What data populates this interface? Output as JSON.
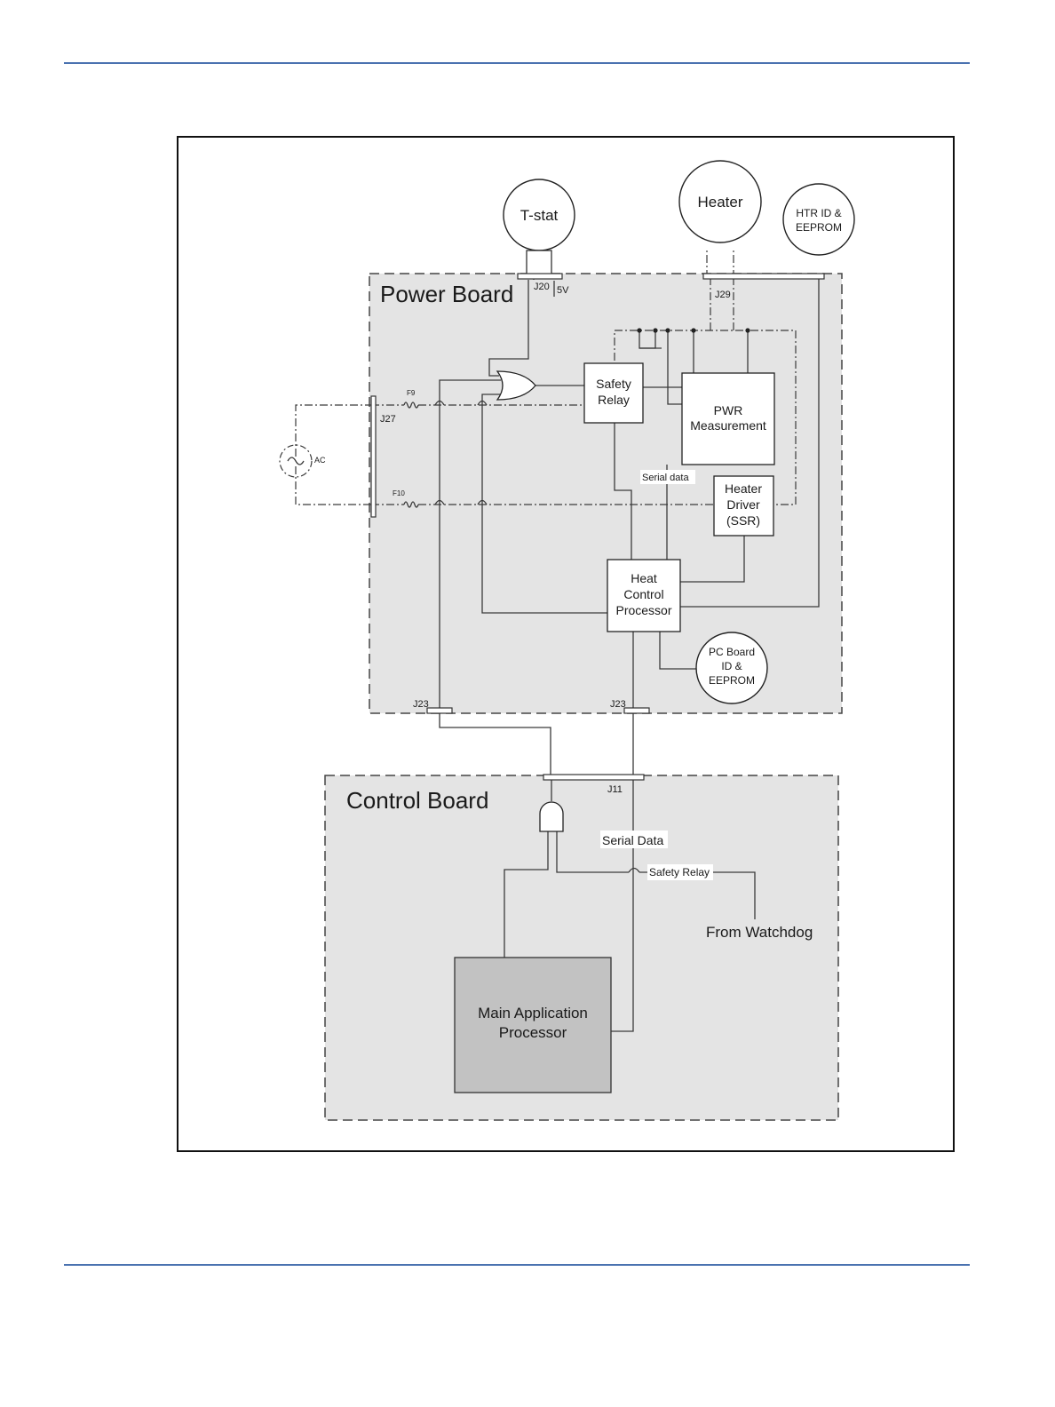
{
  "page": {
    "rule_color": "#4a72b0"
  },
  "diagram": {
    "boards": {
      "power": "Power Board",
      "control": "Control Board"
    },
    "components": {
      "tstat": "T-stat",
      "heater": "Heater",
      "htr_id": [
        "HTR ID &",
        "EEPROM"
      ],
      "safety_relay": [
        "Safety",
        "Relay"
      ],
      "pwr_measurement": [
        "PWR",
        "Measurement"
      ],
      "heater_driver": [
        "Heater",
        "Driver",
        "(SSR)"
      ],
      "heat_control": [
        "Heat",
        "Control",
        "Processor"
      ],
      "pc_board_id": [
        "PC Board",
        "ID &",
        "EEPROM"
      ],
      "main_app": [
        "Main Application",
        "Processor"
      ],
      "ac_source": "AC"
    },
    "connectors": {
      "j20": "J20",
      "j20_5v": "5V",
      "j29": "J29",
      "j27": "J27",
      "f9": "F9",
      "f10": "F10",
      "j23_left": "J23",
      "j23_right": "J23",
      "j11": "J11"
    },
    "signals": {
      "serial_data_power": "Serial data",
      "serial_data_control": "Serial Data",
      "safety_relay": "Safety Relay",
      "watchdog": "From Watchdog"
    }
  }
}
